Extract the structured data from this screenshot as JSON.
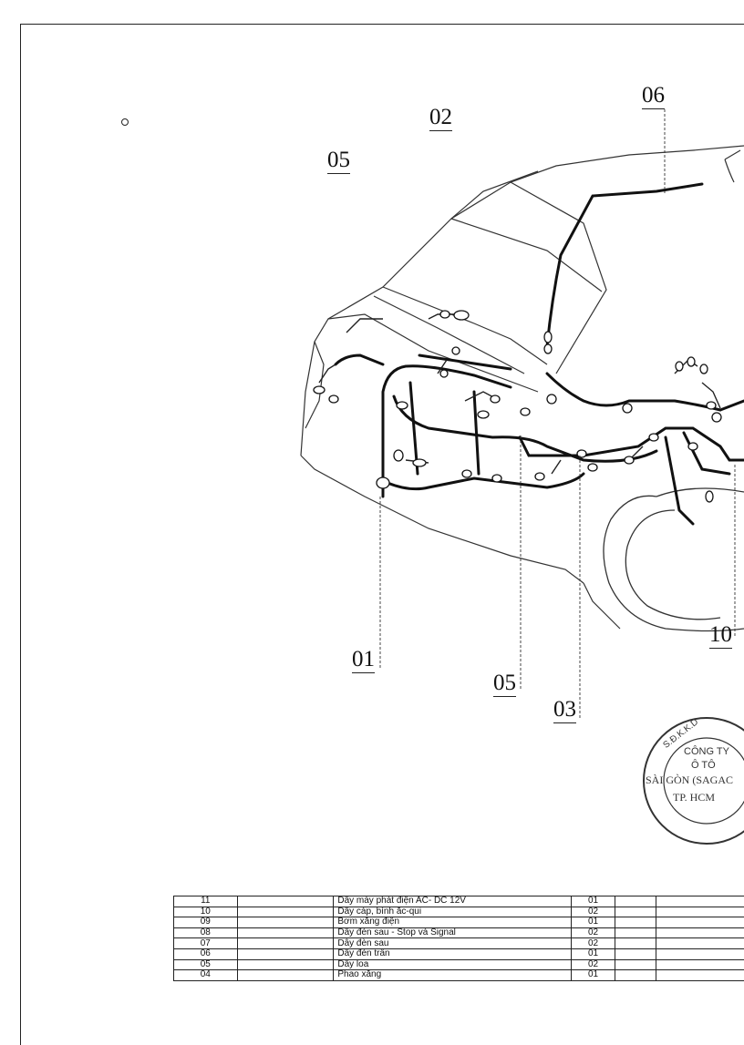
{
  "callouts": {
    "c06": "06",
    "c02": "02",
    "c05_top": "05",
    "c10": "10",
    "c01": "01",
    "c05_bottom": "05",
    "c03": "03"
  },
  "stamp": {
    "ring_text": "S.Đ.K.K.D",
    "line1": "CÔNG TY",
    "line2": "Ô TÔ",
    "line3": "SÀI GÒN (SAGAC",
    "line4": "TP. HCM"
  },
  "parts_table": {
    "rows": [
      {
        "no": "11",
        "name": "Dây máy phát điện AC- DC 12V",
        "qty": "01"
      },
      {
        "no": "10",
        "name": "Dây cáp, bình ắc-qui",
        "qty": "02"
      },
      {
        "no": "09",
        "name": "Bơm xăng điện",
        "qty": "01"
      },
      {
        "no": "08",
        "name": "Dây đèn sau - Stop và Signal",
        "qty": "02"
      },
      {
        "no": "07",
        "name": "Dây đèn sau",
        "qty": "02"
      },
      {
        "no": "06",
        "name": "Dây đèn trần",
        "qty": "01"
      },
      {
        "no": "05",
        "name": "Dây loa",
        "qty": "02"
      },
      {
        "no": "04",
        "name": "Phao xăng",
        "qty": "01"
      }
    ]
  }
}
